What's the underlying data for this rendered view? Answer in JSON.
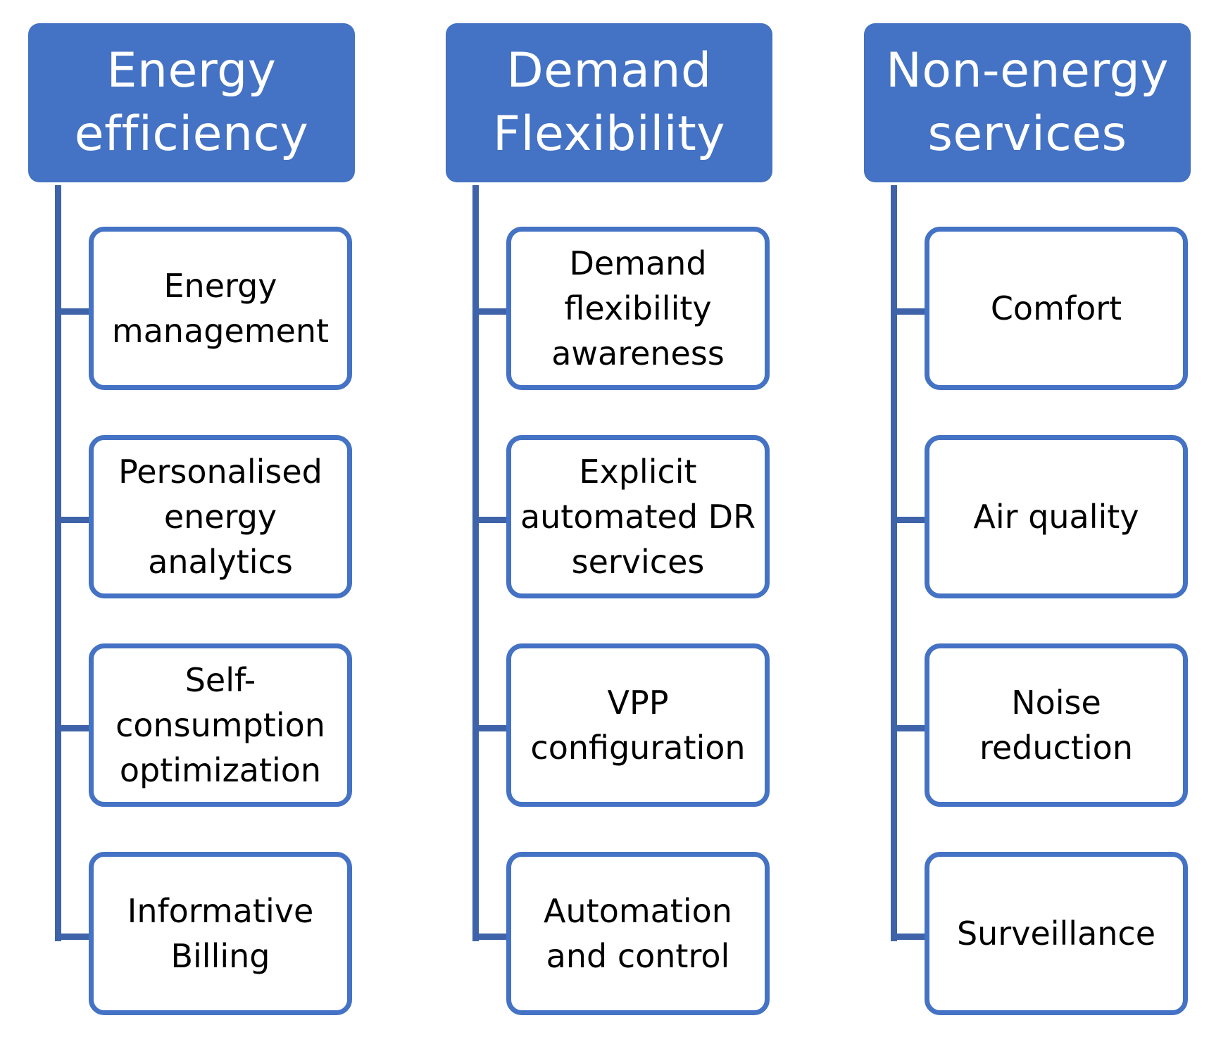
{
  "columns": [
    {
      "header": "Energy\nefficiency",
      "items": [
        "Energy\nmanagement",
        "Personalised\nenergy\nanalytics",
        "Self-\nconsumption\noptimization",
        "Informative\nBilling"
      ]
    },
    {
      "header": "Demand\nFlexibility",
      "items": [
        "Demand\nflexibility\nawareness",
        "Explicit\nautomated DR\nservices",
        "VPP\nconfiguration",
        "Automation\nand control"
      ]
    },
    {
      "header": "Non-energy\nservices",
      "items": [
        "Comfort",
        "Air quality",
        "Noise\nreduction",
        "Surveillance"
      ]
    }
  ],
  "colors": {
    "header_fill": "#4472c4",
    "header_text": "#ffffff",
    "box_border": "#4472c4",
    "connector": "#3f63a8",
    "item_text": "#000000"
  }
}
